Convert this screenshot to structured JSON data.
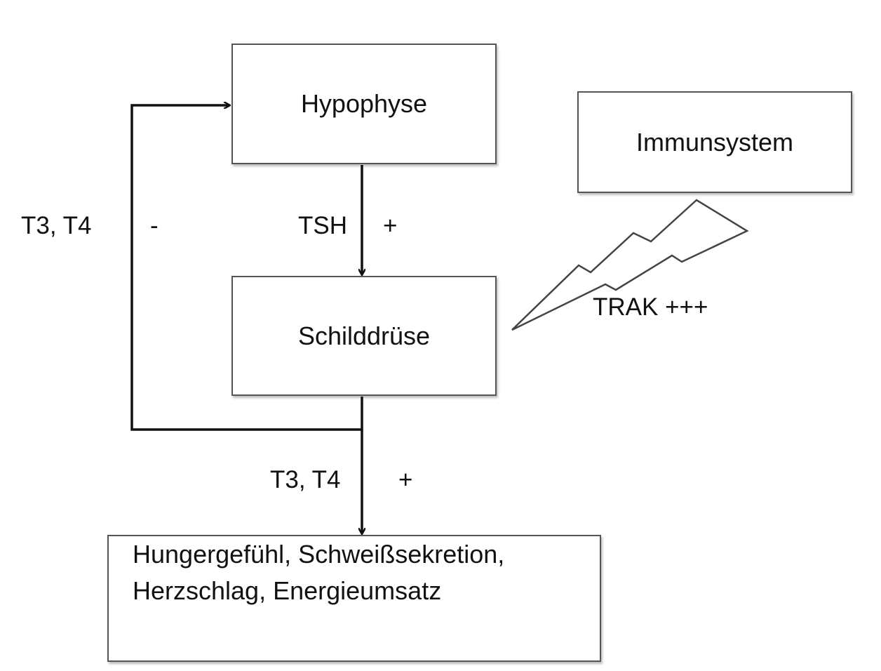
{
  "nodes": {
    "hypophyse": "Hypophyse",
    "immunsystem": "Immunsystem",
    "schilddruese": "Schilddrüse",
    "effects_line1": "Hungergefühl, Schweißsekretion,",
    "effects_line2": "Herzschlag, Energieumsatz"
  },
  "edges": {
    "feedback_label": "T3, T4",
    "feedback_sign": "-",
    "tsh_label": "TSH",
    "tsh_sign": "+",
    "output_label": "T3, T4",
    "output_sign": "+",
    "trak_label": "TRAK +++"
  }
}
